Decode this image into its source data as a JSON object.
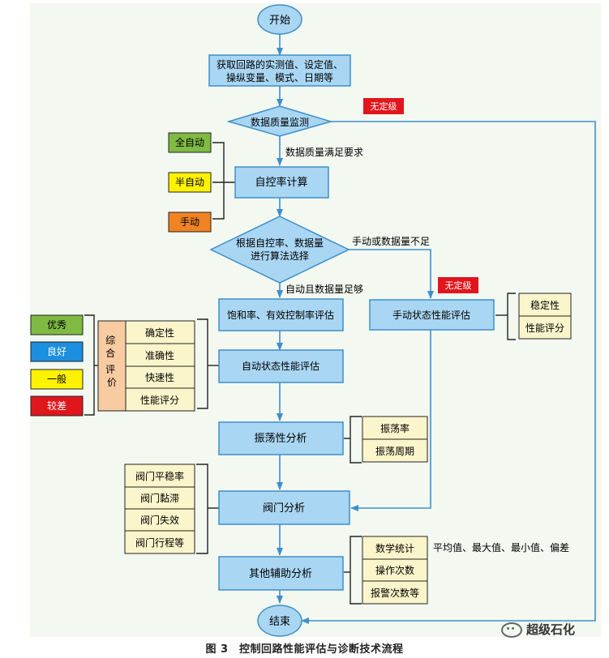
{
  "nodes": {
    "start": "开始",
    "acquire_line1": "获取回路的实测值、设定值、",
    "acquire_line2": "操纵变量、模式、日期等",
    "quality": "数据质量监测",
    "quality_ok": "数据质量满足要求",
    "no_grade_1": "无定级",
    "self_control": "自控率计算",
    "modes": [
      "全自动",
      "半自动",
      "手动"
    ],
    "select_line1": "根据自控率、数据量",
    "select_line2": "进行算法选择",
    "manual_branch": "手动或数据量不足",
    "auto_branch": "自动且数据量足够",
    "no_grade_2": "无定级",
    "saturation": "饱和率、有效控制率评估",
    "manual_eval": "手动状态性能评估",
    "manual_items": [
      "稳定性",
      "性能评分"
    ],
    "auto_eval": "自动状态性能评估",
    "composite": "综合评价",
    "composite_items": [
      "确定性",
      "准确性",
      "快速性",
      "性能评分"
    ],
    "grades": [
      "优秀",
      "良好",
      "一般",
      "较差"
    ],
    "oscillation": "振荡性分析",
    "osc_items": [
      "振荡率",
      "振荡周期"
    ],
    "valve": "阀门分析",
    "valve_items": [
      "阀门平稳率",
      "阀门黏滞",
      "阀门失效",
      "阀门行程等"
    ],
    "other": "其他辅助分析",
    "other_items": [
      "数学统计",
      "操作次数",
      "报警次数等"
    ],
    "stats_note": "平均值、最大值、最小值、偏差",
    "end": "结束"
  },
  "caption": "图 3　控制回路性能评估与诊断技术流程",
  "watermark": "超级石化",
  "colors": {
    "box_fill": "#a9d6f3",
    "box_stroke": "#3e8fc9",
    "line": "#3e8fc9",
    "item_fill": "#fbf5cb",
    "composite_fill": "#f8cba1",
    "red": "#e0161d",
    "green": "#7fba42",
    "blue": "#1b8fe0",
    "yellow": "#fff200",
    "orange": "#f08322"
  }
}
